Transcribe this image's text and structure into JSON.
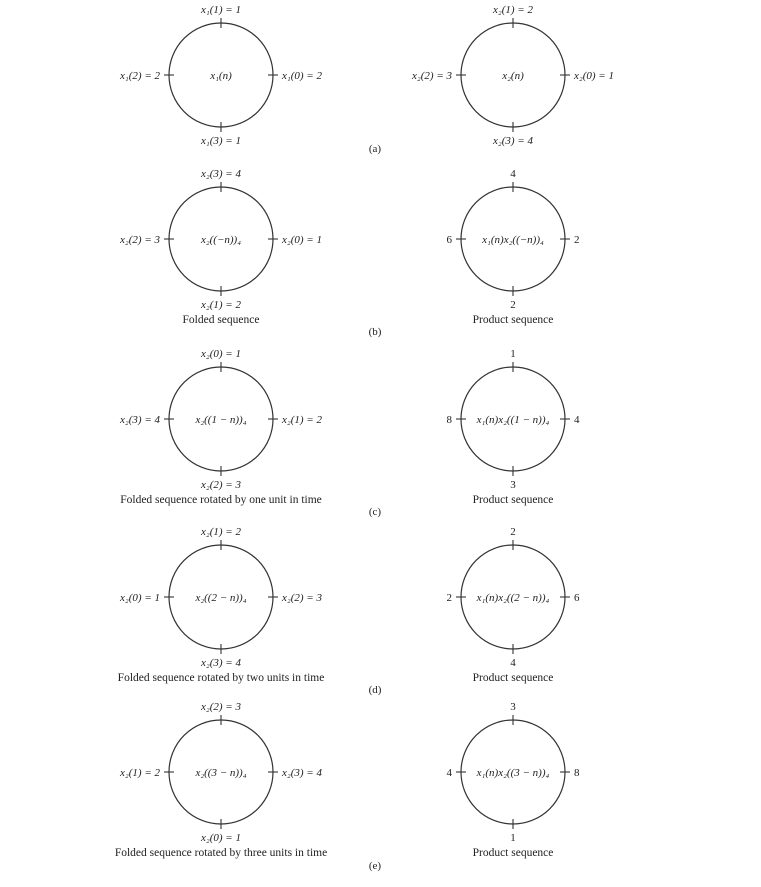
{
  "rows": [
    {
      "left": {
        "center": "x₁(n)",
        "top": "x₁(1) = 1",
        "right": "x₁(0) = 2",
        "bottom": "x₁(3) = 1",
        "left": "x₁(2) = 2",
        "caption": ""
      },
      "right": {
        "center": "x₂(n)",
        "top": "x₂(1) = 2",
        "right": "x₂(0) = 1",
        "bottom": "x₂(3) = 4",
        "left": "x₂(2) = 3",
        "caption": ""
      },
      "label": "(a)"
    },
    {
      "left": {
        "center": "x₂((−n))₄",
        "top": "x₂(3) = 4",
        "right": "x₂(0) = 1",
        "bottom": "x₂(1) = 2",
        "left": "x₂(2) = 3",
        "caption": "Folded sequence"
      },
      "right": {
        "center": "x₁(n)x₂((−n))₄",
        "top": "4",
        "right": "2",
        "bottom": "2",
        "left": "6",
        "caption": "Product sequence"
      },
      "label": "(b)"
    },
    {
      "left": {
        "center": "x₂((1 − n))₄",
        "top": "x₂(0) = 1",
        "right": "x₂(1) = 2",
        "bottom": "x₂(2) = 3",
        "left": "x₂(3) = 4",
        "caption": "Folded sequence rotated by one unit in time"
      },
      "right": {
        "center": "x₁(n)x₂((1 − n))₄",
        "top": "1",
        "right": "4",
        "bottom": "3",
        "left": "8",
        "caption": "Product sequence"
      },
      "label": "(c)"
    },
    {
      "left": {
        "center": "x₂((2 − n))₄",
        "top": "x₂(1) = 2",
        "right": "x₂(2) = 3",
        "bottom": "x₂(3) = 4",
        "left": "x₂(0) = 1",
        "caption": "Folded sequence rotated by two units in time"
      },
      "right": {
        "center": "x₁(n)x₂((2 − n))₄",
        "top": "2",
        "right": "6",
        "bottom": "4",
        "left": "2",
        "caption": "Product sequence"
      },
      "label": "(d)"
    },
    {
      "left": {
        "center": "x₂((3 − n))₄",
        "top": "x₂(2) = 3",
        "right": "x₂(3) = 4",
        "bottom": "x₂(0) = 1",
        "left": "x₂(1) = 2",
        "caption": "Folded sequence rotated by three units in time"
      },
      "right": {
        "center": "x₁(n)x₂((3 − n))₄",
        "top": "3",
        "right": "8",
        "bottom": "1",
        "left": "4",
        "caption": "Product sequence"
      },
      "label": "(e)"
    }
  ]
}
